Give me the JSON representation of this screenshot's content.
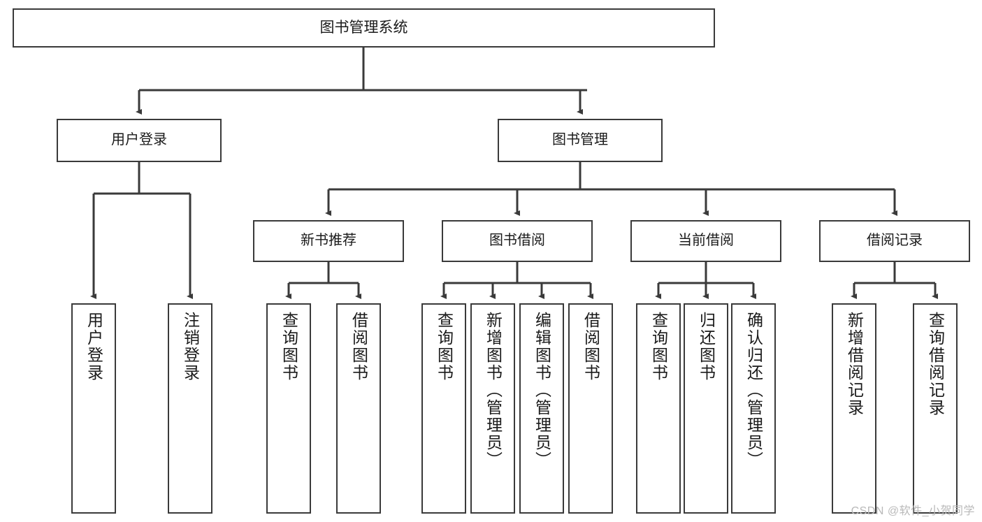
{
  "diagram": {
    "type": "tree-hierarchy-functional-decomposition",
    "title": "图书管理系统",
    "watermark": "CSDN @软件_小贺同学",
    "colors": {
      "stroke": "#3a3a3a",
      "fill": "#ffffff",
      "text": "#1a1a1a",
      "watermark": "#b9b9b9"
    },
    "root": {
      "label": "图书管理系统"
    },
    "level2": [
      {
        "id": "user-login",
        "label": "用户登录"
      },
      {
        "id": "book-manage",
        "label": "图书管理"
      }
    ],
    "level3": [
      {
        "id": "new-book-rec",
        "label": "新书推荐",
        "parent": "book-manage"
      },
      {
        "id": "book-borrow",
        "label": "图书借阅",
        "parent": "book-manage"
      },
      {
        "id": "current-borrow",
        "label": "当前借阅",
        "parent": "book-manage"
      },
      {
        "id": "borrow-record",
        "label": "借阅记录",
        "parent": "book-manage"
      }
    ],
    "leaves": [
      {
        "id": "leaf-user-login",
        "label": "用户登录",
        "parent": "user-login"
      },
      {
        "id": "leaf-logout",
        "label": "注销登录",
        "parent": "user-login"
      },
      {
        "id": "leaf-query-book-rec",
        "label": "查询图书",
        "parent": "new-book-rec"
      },
      {
        "id": "leaf-borrow-book-rec",
        "label": "借阅图书",
        "parent": "new-book-rec"
      },
      {
        "id": "leaf-query-book-borrow",
        "label": "查询图书",
        "parent": "book-borrow"
      },
      {
        "id": "leaf-add-book",
        "label": "新增图书（管理员）",
        "parent": "book-borrow"
      },
      {
        "id": "leaf-edit-book",
        "label": "编辑图书（管理员）",
        "parent": "book-borrow"
      },
      {
        "id": "leaf-borrow-book",
        "label": "借阅图书",
        "parent": "book-borrow"
      },
      {
        "id": "leaf-query-book-cur",
        "label": "查询图书",
        "parent": "current-borrow"
      },
      {
        "id": "leaf-return-book",
        "label": "归还图书",
        "parent": "current-borrow"
      },
      {
        "id": "leaf-confirm-return",
        "label": "确认归还（管理员）",
        "parent": "current-borrow"
      },
      {
        "id": "leaf-add-record",
        "label": "新增借阅记录",
        "parent": "borrow-record"
      },
      {
        "id": "leaf-query-record",
        "label": "查询借阅记录",
        "parent": "borrow-record"
      }
    ]
  }
}
